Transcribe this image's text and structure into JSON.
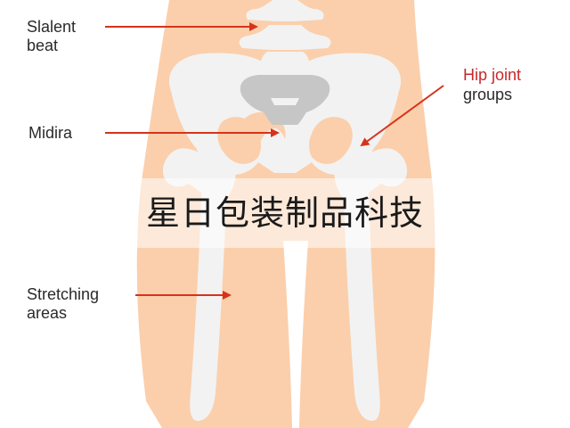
{
  "labels": {
    "slalent_beat": "Slalent\nbeat",
    "midira": "Midira",
    "stretching_areas": "Stretching\nareas",
    "hip_joint": "Hip joint",
    "groups": "groups"
  },
  "watermark": "星日包装制品科技",
  "colors": {
    "skin": "#fbcfab",
    "bone": "#f2f2f2",
    "sacrum": "#c6c6c6",
    "arrow": "#d6331c",
    "label_text": "#2a2a2a",
    "highlight_text": "#c8282a"
  }
}
